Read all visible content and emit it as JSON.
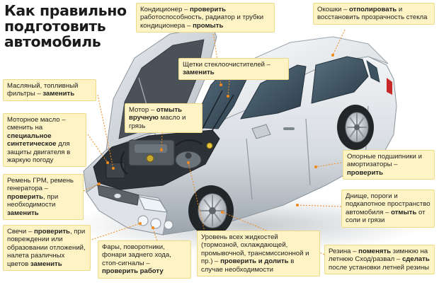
{
  "title": {
    "lines": [
      "Как правильно",
      "подготовить",
      "автомобиль"
    ]
  },
  "callouts": [
    {
      "id": "conditioner",
      "segments": [
        {
          "text": "Кондиционер – ",
          "bold": false
        },
        {
          "text": "проверить",
          "bold": true
        },
        {
          "text": " работоспособность, радиатор и трубки кондиционера – ",
          "bold": false
        },
        {
          "text": "промыть",
          "bold": true
        }
      ]
    },
    {
      "id": "windows",
      "segments": [
        {
          "text": "Окошки – ",
          "bold": false
        },
        {
          "text": "отполировать",
          "bold": true
        },
        {
          "text": " и восстановить прозрачность стекла",
          "bold": false
        }
      ]
    },
    {
      "id": "wipers",
      "segments": [
        {
          "text": "Щетки стеклоочистителей – ",
          "bold": false
        },
        {
          "text": "заменить",
          "bold": true
        }
      ]
    },
    {
      "id": "filters",
      "segments": [
        {
          "text": "Масляный, топливный фильтры – ",
          "bold": false
        },
        {
          "text": "заменить",
          "bold": true
        }
      ]
    },
    {
      "id": "engine",
      "segments": [
        {
          "text": "Мотор – ",
          "bold": false
        },
        {
          "text": "отмыть вручную",
          "bold": true
        },
        {
          "text": " масло и грязь",
          "bold": false
        }
      ]
    },
    {
      "id": "motor-oil",
      "segments": [
        {
          "text": "Моторное масло – сменить на ",
          "bold": false
        },
        {
          "text": "специальное синтетическое",
          "bold": true
        },
        {
          "text": " для защиты двигателя в жаркую погоду",
          "bold": false
        }
      ]
    },
    {
      "id": "bearings",
      "segments": [
        {
          "text": "Опорные подшипники и амортизаторы – ",
          "bold": false
        },
        {
          "text": "проверить",
          "bold": true
        }
      ]
    },
    {
      "id": "timing-belt",
      "segments": [
        {
          "text": "Ремень ГРМ, ремень генератора – ",
          "bold": false
        },
        {
          "text": "проверить",
          "bold": true
        },
        {
          "text": ", при необходимости ",
          "bold": false
        },
        {
          "text": "заменить",
          "bold": true
        }
      ]
    },
    {
      "id": "underbody",
      "segments": [
        {
          "text": "Днище, пороги и подкапотное пространство автомобиля – ",
          "bold": false
        },
        {
          "text": "отмыть",
          "bold": true
        },
        {
          "text": " от соли и грязи",
          "bold": false
        }
      ]
    },
    {
      "id": "spark-plugs",
      "segments": [
        {
          "text": "Свечи – ",
          "bold": false
        },
        {
          "text": "проверить",
          "bold": true
        },
        {
          "text": ", при повреждении или образовании отложений, налета различных цветов ",
          "bold": false
        },
        {
          "text": "заменить",
          "bold": true
        }
      ]
    },
    {
      "id": "lights",
      "segments": [
        {
          "text": "Фары, поворотники, фонари заднего хода, стоп-сигналы – ",
          "bold": false
        },
        {
          "text": "проверить работу",
          "bold": true
        }
      ]
    },
    {
      "id": "fluids",
      "segments": [
        {
          "text": "Уровень всех жидкостей (тормозной, охлаждающей, промывочной, трансмиссионной и пр.) – ",
          "bold": false
        },
        {
          "text": "проверить и долить",
          "bold": true
        },
        {
          "text": " в случае необходимости",
          "bold": false
        }
      ]
    },
    {
      "id": "tires",
      "segments": [
        {
          "text": "Резина – ",
          "bold": false
        },
        {
          "text": "поменять",
          "bold": true
        },
        {
          "text": " зимнюю на летнюю",
          "bold": false
        },
        {
          "text": " Сход/развал – ",
          "bold": false
        },
        {
          "text": "сделать",
          "bold": true
        },
        {
          "text": " после установки летней резины",
          "bold": false
        }
      ]
    }
  ],
  "colors": {
    "callout_bg": "#fdf3c4",
    "leader": "#f08a1c",
    "car_body": "#d9dde1",
    "glass": "#3d5362"
  }
}
